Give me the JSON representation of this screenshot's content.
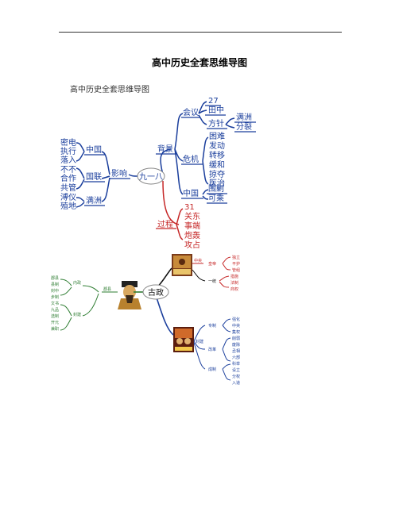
{
  "header": {
    "rule": ""
  },
  "document": {
    "title": "高中历史全套思维导图",
    "subtitle": "高中历史全套思维导图"
  },
  "map1": {
    "center": "九一八",
    "beijing": {
      "label": "背景",
      "huiyi": {
        "label": "会议",
        "items": [
          "27",
          "田中"
        ],
        "fangzhen": {
          "label": "方针",
          "items": [
            "满洲",
            "分裂"
          ]
        }
      },
      "weiji": {
        "label": "危机",
        "items": [
          "困难",
          "发动",
          "转移",
          "缓和",
          "掠夺",
          "医治"
        ]
      },
      "zhongguo": {
        "label": "中国",
        "items": [
          "围剿",
          "可乘"
        ]
      }
    },
    "guocheng": {
      "label": "过程",
      "items": [
        "31",
        "关东",
        "事端",
        "炮轰",
        "攻占"
      ]
    },
    "yingxiang": {
      "label": "影响",
      "zhongguo": {
        "label": "中国",
        "items": [
          "密电",
          "执行",
          "落入"
        ]
      },
      "guolian": {
        "label": "国联",
        "items": [
          "不不",
          "合作",
          "共管"
        ]
      },
      "manzhou": {
        "label": "满洲",
        "items": [
          "溥仪",
          "殖地"
        ]
      }
    }
  },
  "map2": {
    "center": "古政",
    "upper": {
      "label": "中央",
      "mid1": "皇帝",
      "mid2": "一统",
      "items1": [
        "独立",
        "平护",
        "管组"
      ],
      "items2": [
        "措施",
        "法制",
        "商权"
      ]
    },
    "left": {
      "label": "郡县",
      "sub1": "内政",
      "sub2": "封建",
      "items1": [
        "郡县",
        "县制",
        "封中",
        "步制"
      ],
      "items2": [
        "文书",
        "九品",
        "选制",
        "开元",
        "兼职"
      ]
    },
    "lower": {
      "label": "封建",
      "g1": "专制",
      "g2": "改革",
      "g3": "成制",
      "items1": [
        "强化",
        "中央",
        "集权"
      ],
      "items2": [
        "削弱",
        "废除",
        "丞相",
        "六部",
        "科举"
      ],
      "items3": [
        "设立",
        "分权",
        "入道"
      ]
    }
  },
  "colors": {
    "blue": "#1a3e9c",
    "green": "#2e7d32",
    "red": "#c62828",
    "gray": "#666666",
    "black": "#111111"
  }
}
